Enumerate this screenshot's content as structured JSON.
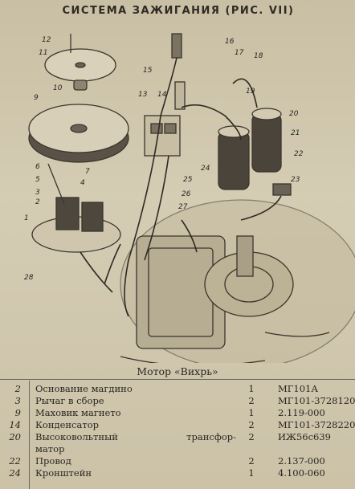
{
  "page": {
    "title": "СИСТЕМА ЗАЖИГАНИЯ (РИС. VII)",
    "caption": "Мотор «Вихрь»"
  },
  "figure_labels": [
    "12",
    "11",
    "10",
    "9",
    "16",
    "17",
    "18",
    "15",
    "14",
    "13",
    "19",
    "20",
    "21",
    "22",
    "23",
    "24",
    "25",
    "26",
    "27",
    "28",
    "6",
    "7",
    "5",
    "4",
    "3",
    "2",
    "1"
  ],
  "parts": [
    {
      "num": "2",
      "name": "Основание магдино",
      "qty": "1",
      "code": "МГ101А"
    },
    {
      "num": "3",
      "name": "Рычаг в сборе",
      "qty": "2",
      "code": "МГ101-3728120"
    },
    {
      "num": "9",
      "name": "Маховик магнето",
      "qty": "1",
      "code": "2.119-000"
    },
    {
      "num": "14",
      "name": "Конденсатор",
      "qty": "2",
      "code": "МГ101-3728220"
    },
    {
      "num": "20",
      "name_line1_a": "Высоковольтный",
      "name_line1_b": "трансфор-",
      "name_line2": "матор",
      "qty": "2",
      "code": "ИЖ56с639"
    },
    {
      "num": "22",
      "name": "Провод",
      "qty": "2",
      "code": "2.137-000"
    },
    {
      "num": "24",
      "name": "Кронштейн",
      "qty": "1",
      "code": "4.100-060"
    }
  ]
}
